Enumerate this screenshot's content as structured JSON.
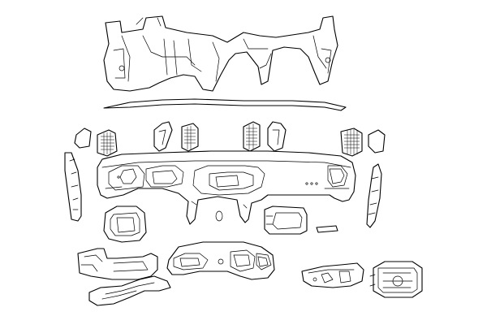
{
  "diagram": {
    "style": "line-art exploded view, black strokes on white",
    "colors": {
      "stroke": "#000000",
      "background": "#ffffff"
    },
    "parts": [
      {
        "id": "cross-car-beam"
      },
      {
        "id": "windshield-trim-strip"
      },
      {
        "id": "left-side-defroster-trim"
      },
      {
        "id": "left-vent-grille-round"
      },
      {
        "id": "left-center-demister"
      },
      {
        "id": "center-left-vent"
      },
      {
        "id": "center-right-vent"
      },
      {
        "id": "right-center-demister"
      },
      {
        "id": "right-vent-grille-round"
      },
      {
        "id": "right-side-defroster-trim"
      },
      {
        "id": "left-end-cap"
      },
      {
        "id": "instrument-panel"
      },
      {
        "id": "right-end-cap"
      },
      {
        "id": "steering-column-trim"
      },
      {
        "id": "passenger-airbag-module"
      },
      {
        "id": "small-trim-strip"
      },
      {
        "id": "knee-bolster-panel"
      },
      {
        "id": "cluster-bezel"
      },
      {
        "id": "lower-duct"
      },
      {
        "id": "glove-box-bracket"
      },
      {
        "id": "knee-airbag-module"
      }
    ]
  }
}
